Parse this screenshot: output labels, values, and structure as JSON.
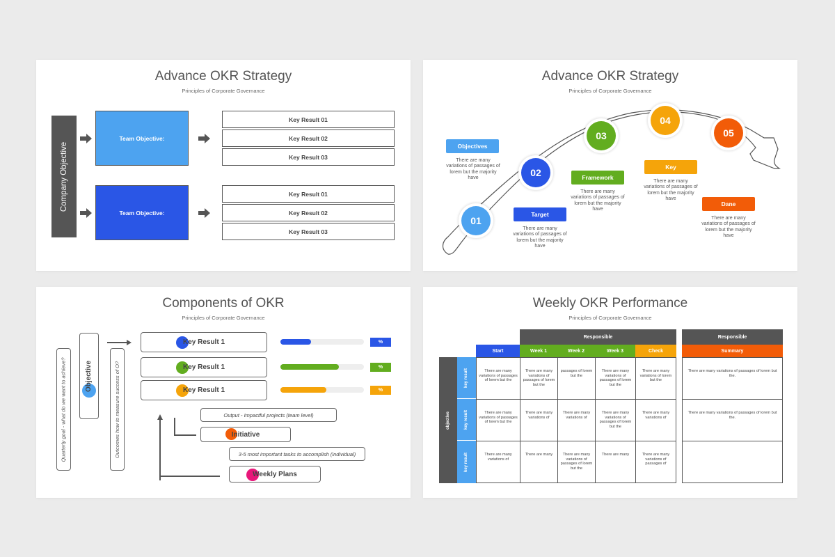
{
  "slides": [
    {
      "title": "Advance OKR Strategy",
      "subtitle": "Principles of Corporate Governance",
      "company_objective": "Company Objective",
      "team_objective": "Team Objective:",
      "key_results": [
        "Key Result 01",
        "Key Result 02",
        "Key Result 03"
      ]
    },
    {
      "title": "Advance OKR Strategy",
      "subtitle": "Principles of Corporate Governance",
      "steps": [
        {
          "num": "01",
          "label": "Objectives",
          "desc": "There are many variations of passages of lorem but the majority have",
          "color": "#4da3f0"
        },
        {
          "num": "02",
          "label": "Target",
          "desc": "There are many variations of passages of lorem but the majority have",
          "color": "#2a56e6"
        },
        {
          "num": "03",
          "label": "Framework",
          "desc": "There are many variations of passages of lorem but the majority have",
          "color": "#62ad1f"
        },
        {
          "num": "04",
          "label": "Key",
          "desc": "There are many variations of passages of lorem but the majority have",
          "color": "#f5a40a"
        },
        {
          "num": "05",
          "label": "Dane",
          "desc": "There are many variations of passages of lorem but the majority have",
          "color": "#f25c08"
        }
      ]
    },
    {
      "title": "Components of OKR",
      "subtitle": "Principles of Corporate Governance",
      "quarterly_goal": "Quarterly goal - what do we want to achieve?",
      "objective": "Objective",
      "outcomes": "Outcomes how to measure success of O?",
      "key_result": "Key Result 1",
      "progress": [
        0.37,
        0.7,
        0.55
      ],
      "pct_label": "%",
      "output": "Output - Impactful projects (team level)",
      "initiative": "Initiative",
      "tasks": "3-5 most important tasks to accomplish (individual)",
      "weekly_plans": "Weekly Plans",
      "colors": {
        "blue": "#2a56e6",
        "green": "#62ad1f",
        "orange": "#f5a40a",
        "red": "#f25c08",
        "pink": "#e8177a",
        "light_blue": "#4da3f0"
      }
    },
    {
      "title": "Weekly OKR Performance",
      "subtitle": "Principles of Corporate Governance",
      "responsible": "Responsible",
      "columns": [
        "Start",
        "Week 1",
        "Week 2",
        "Week 3",
        "Check"
      ],
      "summary": "Summary",
      "objective_label": "objective",
      "row_label": "key result",
      "rows": [
        [
          "There are many variations of passages of lorem but the",
          "There are many variations of passages of lorem but the",
          "passages of lorem but the",
          "There are many variations of passages of lorem but the",
          "There are many variations of lorem but the",
          "There are many variations of passages of lorem but the."
        ],
        [
          "There are many variations of passages of lorem but the",
          "There are many variations of",
          "There are many variations of",
          "There are many variations of passages of lorem but the",
          "There are many variations of",
          "There are many variations of passages of lorem but the."
        ],
        [
          "There are many variations of",
          "There are many",
          "There are many variations of passages of lorem but the",
          "There are many",
          "There are many variations of passages of",
          ""
        ]
      ]
    }
  ]
}
